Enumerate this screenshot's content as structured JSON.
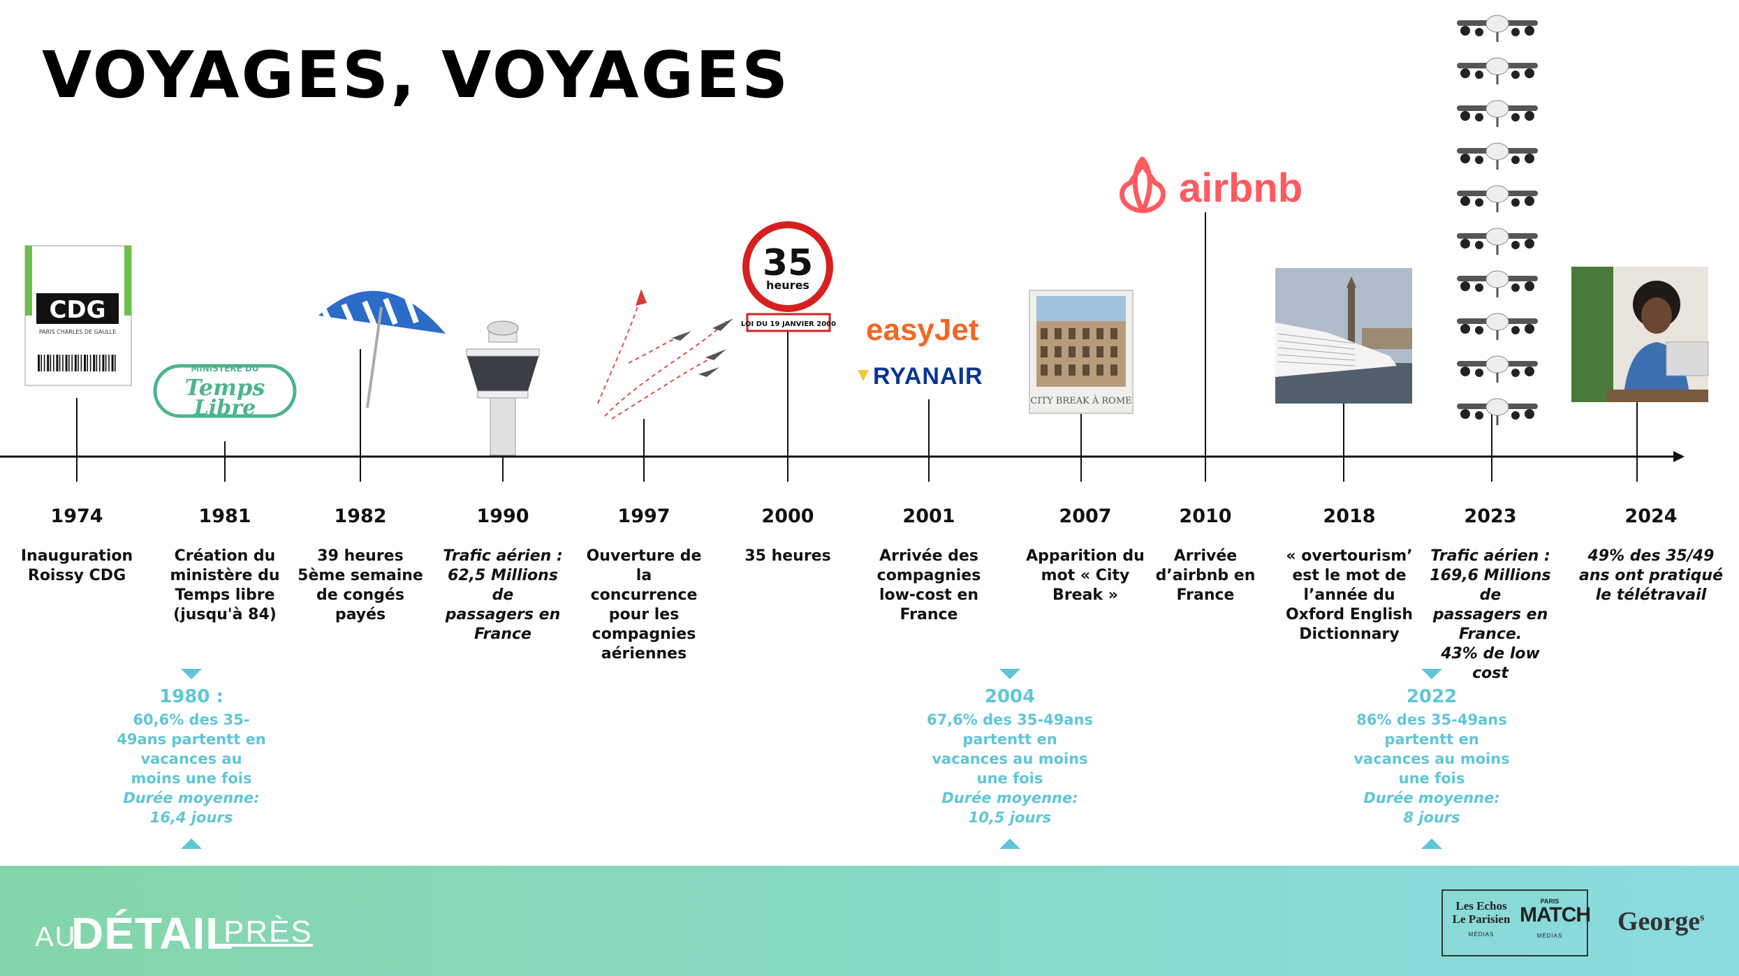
{
  "title": "VOYAGES, VOYAGES",
  "colors": {
    "stat": "#5fc6d8",
    "footer_start": "#83d6a8",
    "footer_end": "#8bdbe0",
    "easyjet": "#f26722",
    "ryanair": "#073590",
    "airbnb": "#ff5a5f"
  },
  "timeline": [
    {
      "year": "1974",
      "lines": [
        "Inauguration",
        "Roissy CDG"
      ]
    },
    {
      "year": "1981",
      "lines": [
        "Création du",
        "ministère du",
        "Temps libre",
        "(jusqu'à 84)"
      ]
    },
    {
      "year": "1982",
      "lines": [
        "39 heures",
        "5ème semaine",
        "de congés",
        "payés"
      ]
    },
    {
      "year": "1990",
      "lines": [
        "Trafic aérien :",
        "62,5 Millions de",
        "passagers en",
        "France"
      ],
      "italic": true
    },
    {
      "year": "1997",
      "lines": [
        "Ouverture de la",
        "concurrence",
        "pour les",
        "compagnies",
        "aériennes"
      ]
    },
    {
      "year": "2000",
      "lines": [
        "35 heures"
      ]
    },
    {
      "year": "2001",
      "lines": [
        "Arrivée des",
        "compagnies",
        "low-cost en",
        "France"
      ]
    },
    {
      "year": "2007",
      "lines": [
        "Apparition du",
        "mot « City",
        "Break »"
      ]
    },
    {
      "year": "2010",
      "lines": [
        "Arrivée",
        "d’airbnb en",
        "France"
      ]
    },
    {
      "year": "2018",
      "lines": [
        "« overtourism’",
        "est le mot de",
        "l’année du",
        "Oxford English",
        "Dictionnary"
      ]
    },
    {
      "year": "2023",
      "lines": [
        "Trafic aérien :",
        "169,6 Millions de",
        "passagers en",
        "France.",
        "43% de low cost"
      ],
      "italic": true
    },
    {
      "year": "2024",
      "lines": [
        "49% des 35/49",
        "ans ont pratiqué",
        "le télétravail"
      ],
      "italic": true
    }
  ],
  "stats": [
    {
      "year": "1980 :",
      "lines": [
        "60,6% des 35-",
        "49ans partentt en",
        "vacances au",
        "moins une fois"
      ],
      "duration_lines": [
        "Durée moyenne:",
        "16,4 jours"
      ]
    },
    {
      "year": "2004",
      "lines": [
        "67,6% des 35-49ans",
        "partentt en",
        "vacances au moins",
        "une fois"
      ],
      "duration_lines": [
        "Durée moyenne:",
        "10,5 jours"
      ]
    },
    {
      "year": "2022",
      "lines": [
        "86% des 35-49ans",
        "partentt en",
        "vacances au moins",
        "une fois"
      ],
      "duration_lines": [
        "Durée moyenne:",
        "8 jours"
      ]
    }
  ],
  "images": {
    "boarding_pass": {
      "code": "CDG",
      "sub": "PARIS CHARLES DE GAULLE",
      "icon": "boarding-pass-icon"
    },
    "temps_libre": {
      "line1": "MINISTERE DU",
      "line2": "Temps",
      "line3": "Libre"
    },
    "sign_35": {
      "number": "35",
      "unit": "heures",
      "plate": "LOI DU 19 JANVIER 2000"
    },
    "city_break_caption": "CITY BREAK À ROME",
    "easyjet": "easyJet",
    "ryanair": "RYANAIR",
    "airbnb": "airbnb"
  },
  "footer": {
    "brand_au": "AU",
    "brand_detail": "DÉTAIL",
    "brand_pres": "PRÈS",
    "partner1_l1": "Les Echos",
    "partner1_l2": "Le Parisien",
    "partner1_m": "MÉDIAS",
    "partner2_l1": "PARIS",
    "partner2_l2": "MATCH",
    "partner2_m": "MÉDIAS",
    "george": "George",
    "george_sup": "s"
  }
}
